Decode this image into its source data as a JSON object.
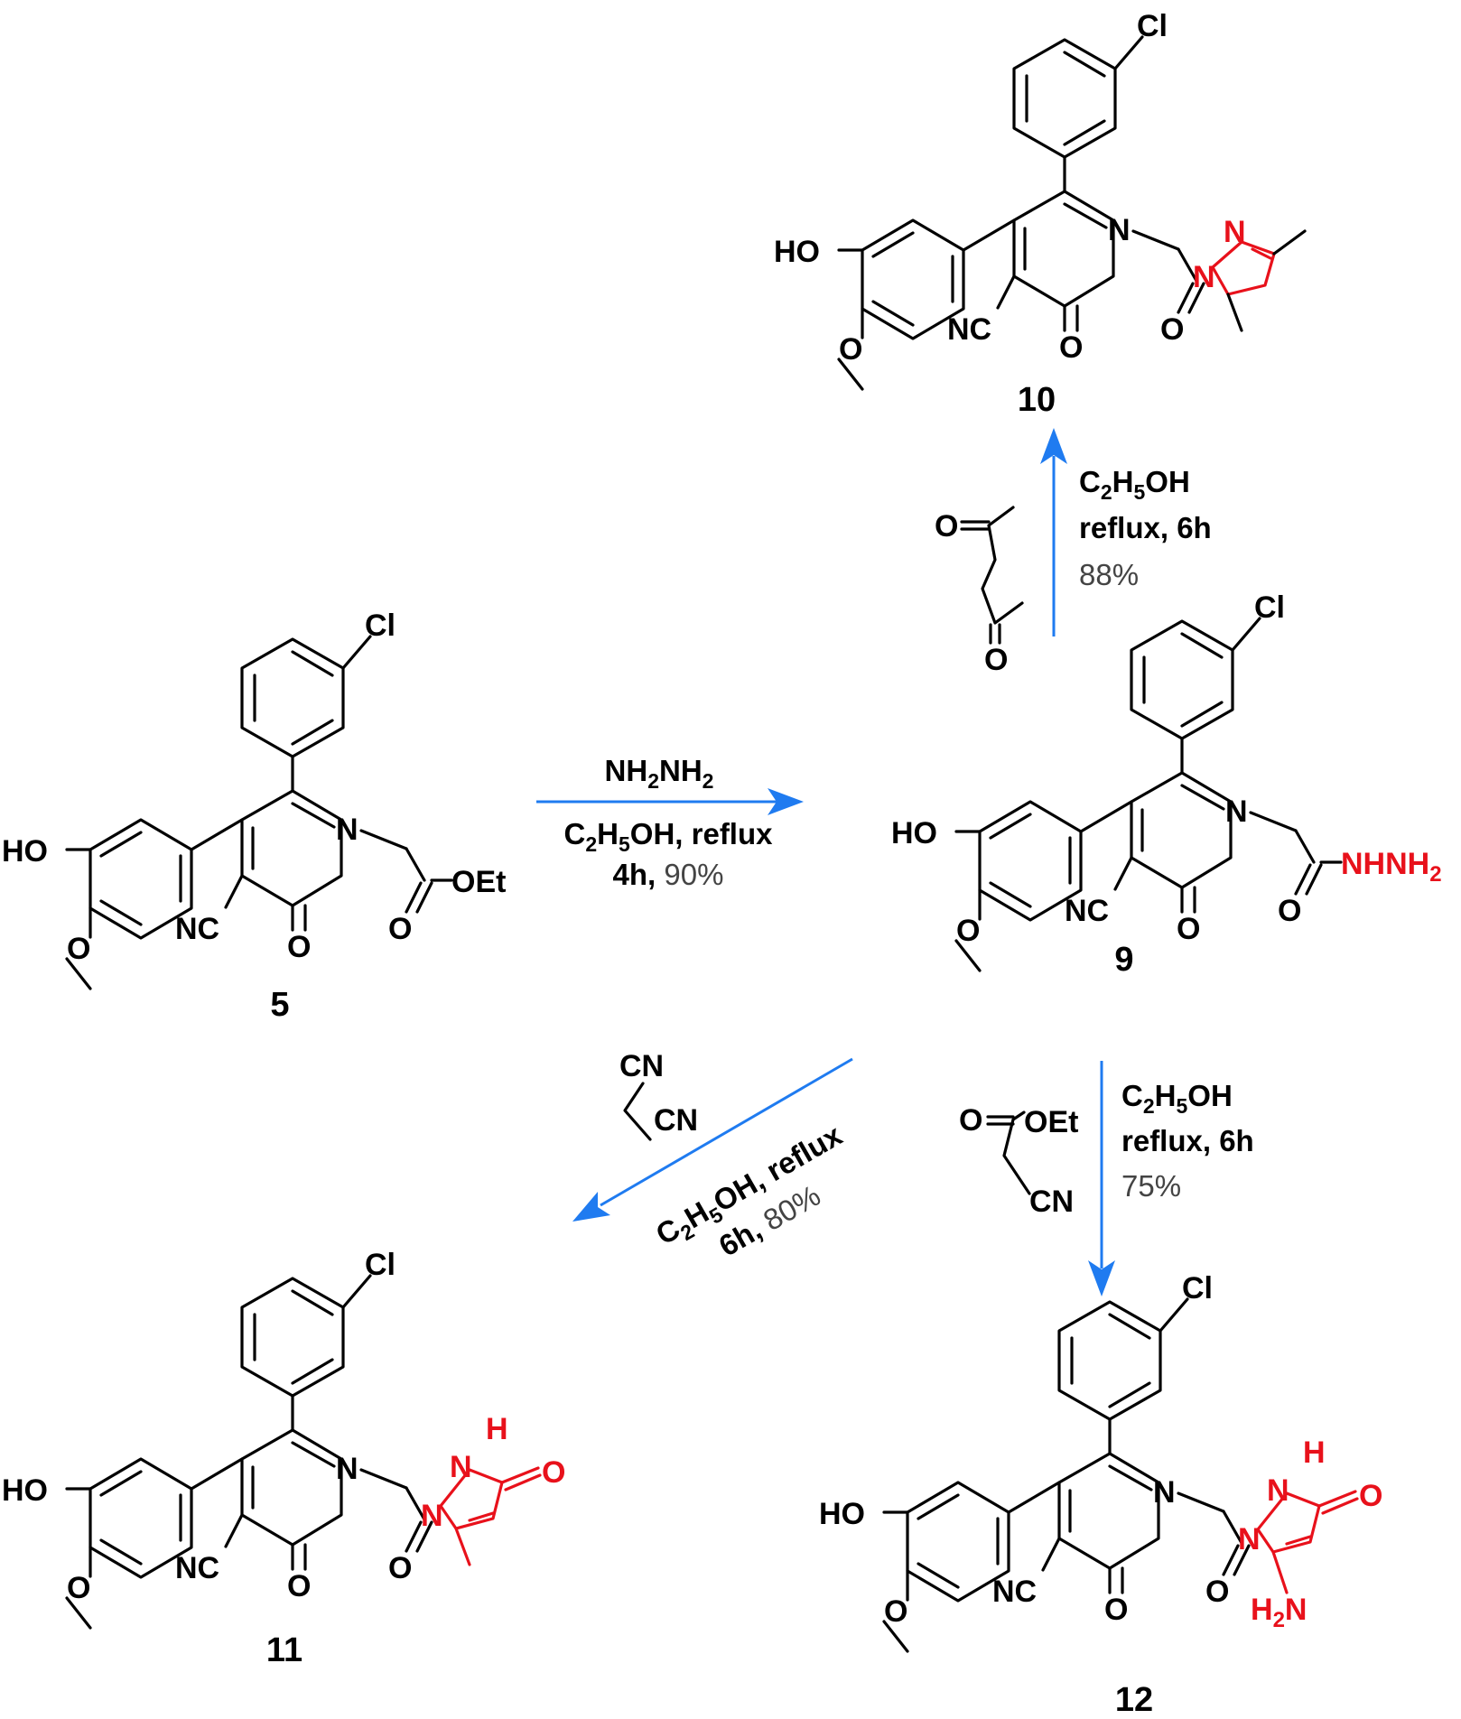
{
  "compounds": [
    {
      "id": "5",
      "label": "5",
      "side_chain": "OEt"
    },
    {
      "id": "9",
      "label": "9",
      "side_chain": "NHNH2"
    },
    {
      "id": "10",
      "label": "10"
    },
    {
      "id": "11",
      "label": "11"
    },
    {
      "id": "12",
      "label": "12"
    }
  ],
  "atoms": {
    "cl": "Cl",
    "ho": "HO",
    "nc": "NC",
    "n": "N",
    "o": "O",
    "oet": "OEt",
    "cn": "CN",
    "h": "H",
    "nhnh2": "NHNH2",
    "h2n": "H2N"
  },
  "reactions": {
    "r5_to_9": {
      "reagent": "NH2NH2",
      "solvent": "C2H5OH, reflux",
      "time": "4h,",
      "yield": "90%"
    },
    "r9_to_10": {
      "solvent": "C2H5OH",
      "condition": "reflux, 6h",
      "yield": "88%"
    },
    "r9_to_11": {
      "solvent": "C2H5OH, reflux",
      "time": "6h,",
      "yield": "80%"
    },
    "r9_to_12": {
      "solvent": "C2H5OH",
      "condition": "reflux, 6h",
      "yield": "75%"
    }
  },
  "colors": {
    "arrow": "#1f7bf0",
    "highlight": "#e8111b",
    "bond": "#000000"
  }
}
